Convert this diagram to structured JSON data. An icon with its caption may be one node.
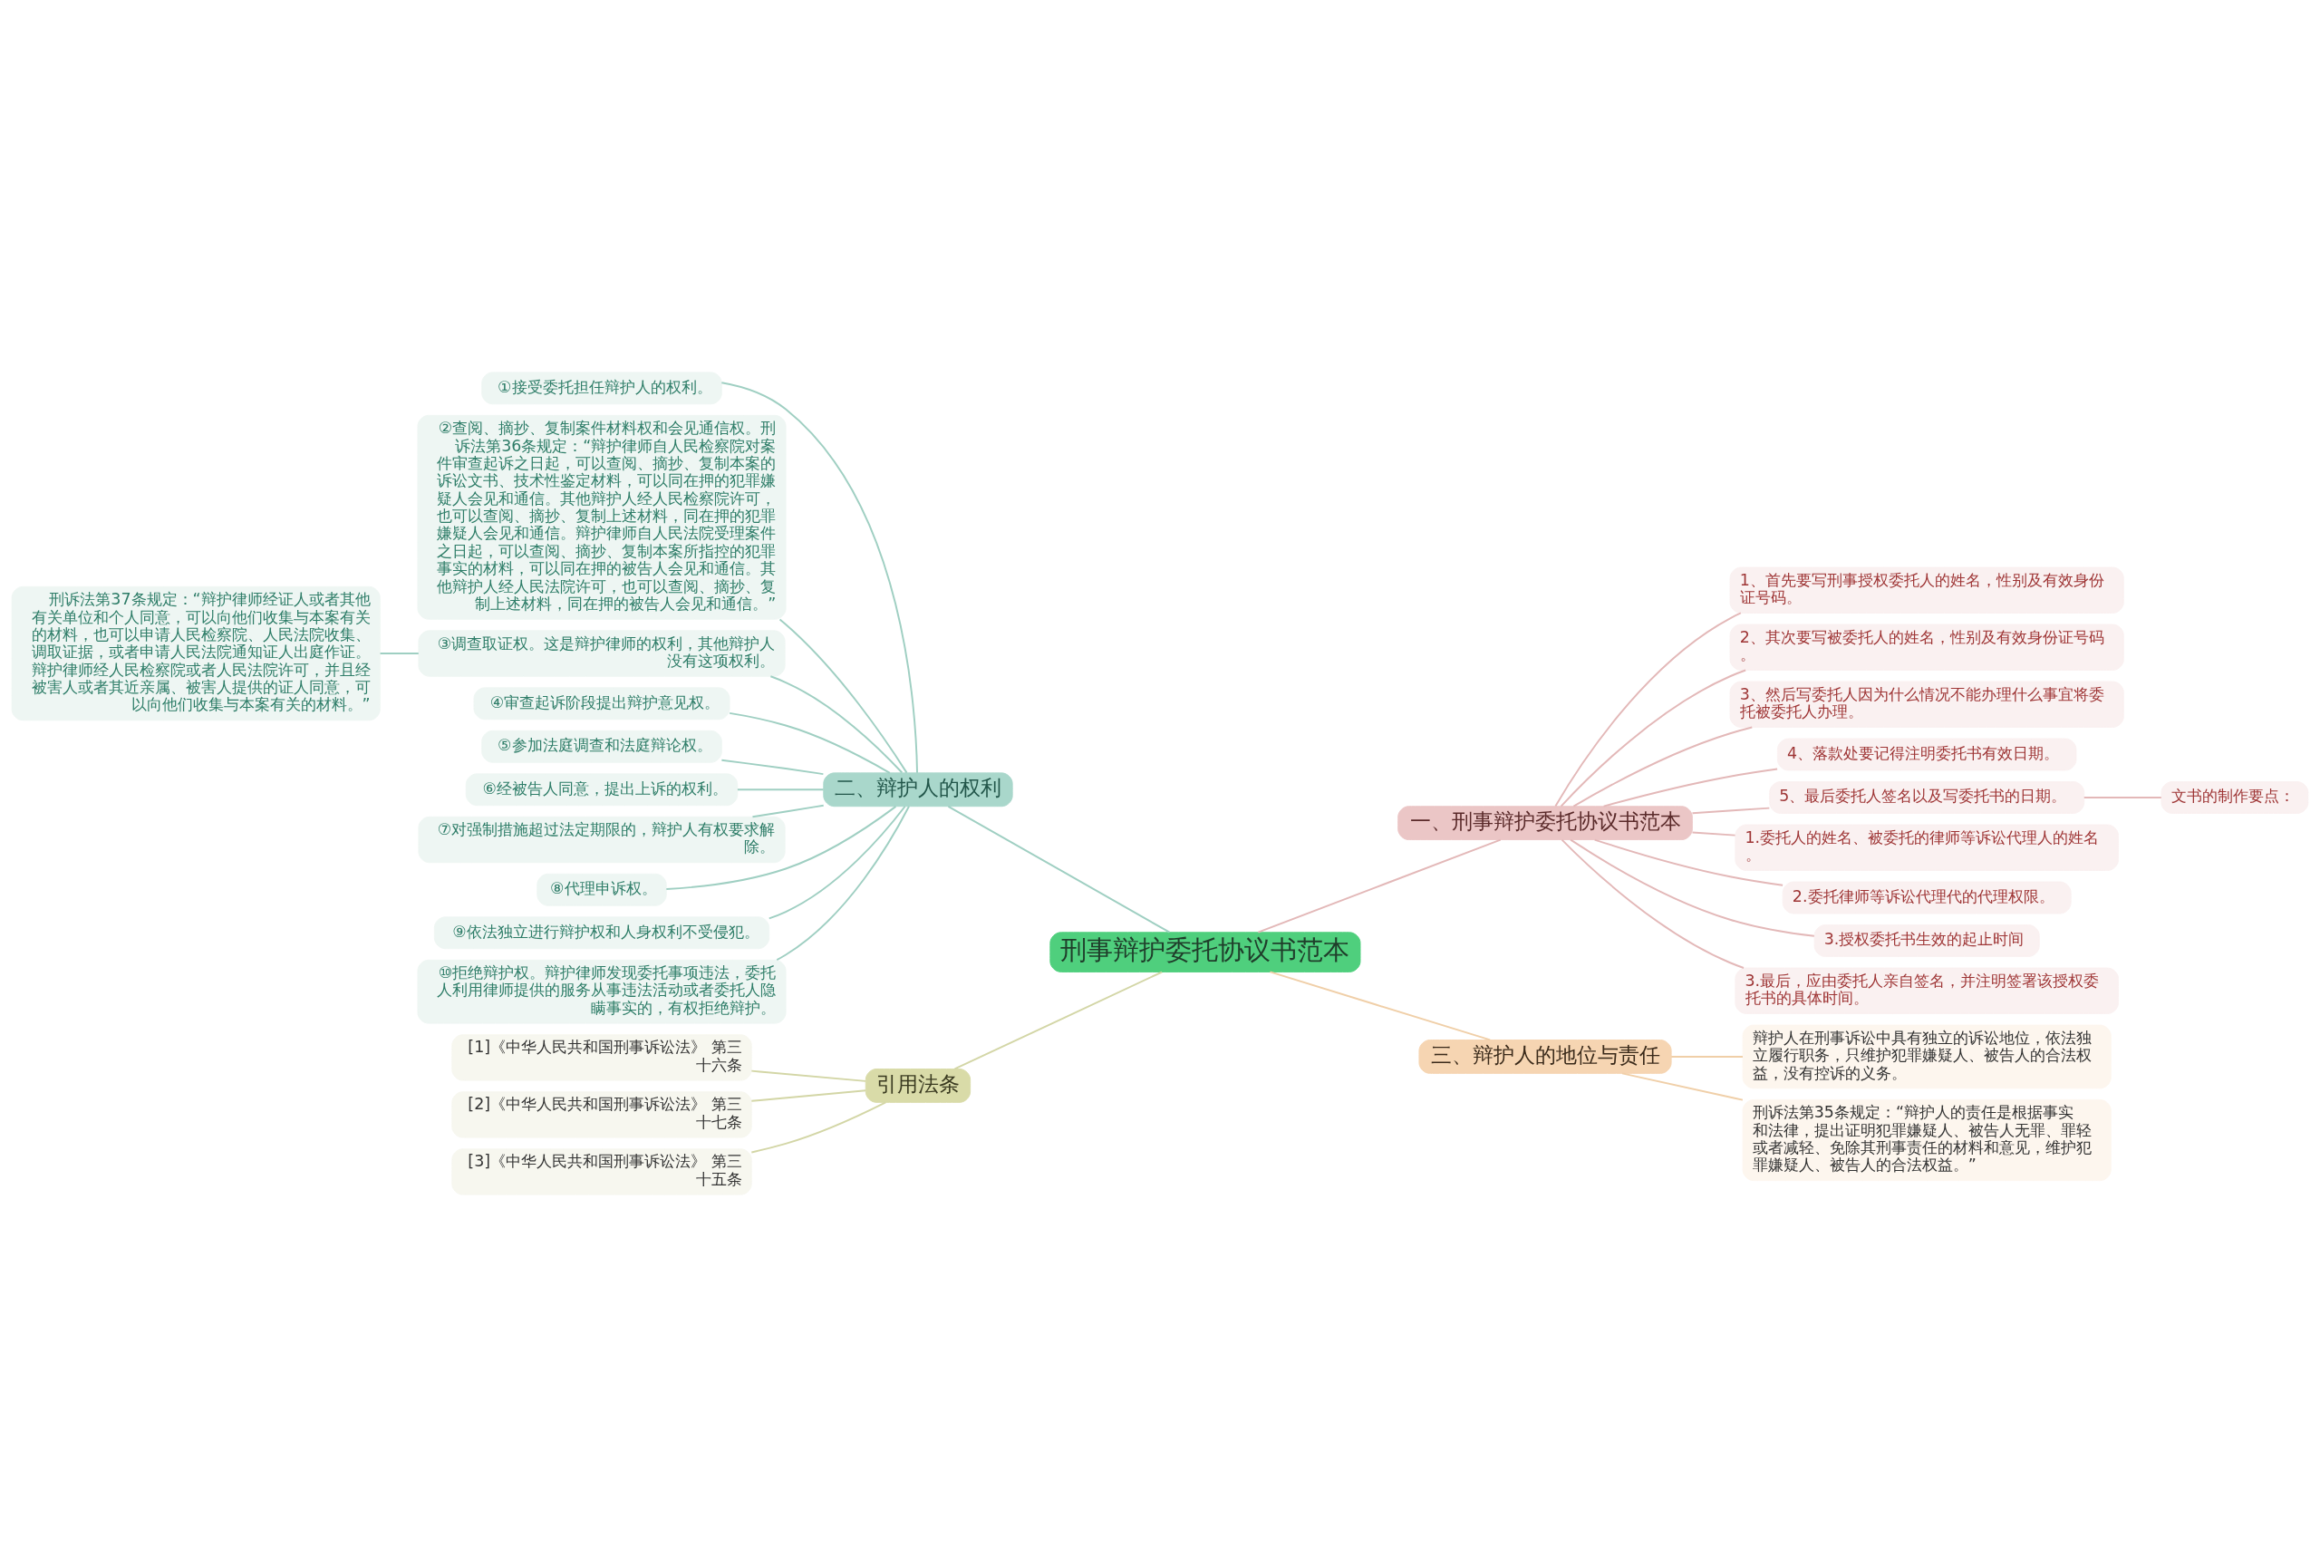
{
  "diagram": {
    "nodes": [
      {
        "text": [
          "刑事辩护委托协议书范本"
        ]
      },
      {
        "text": [
          "二、辩护人的权利"
        ]
      },
      {
        "text": [
          "①接受委托担任辩护人的权利。"
        ]
      },
      {
        "text": [
          "②查阅、摘抄、复制案件材料权和会见通信权。刑诉法第36条规定：“辩护律师自人民检察院对案件审查起诉之日起，可以查阅、摘抄、复制本案的诉讼文书、技术性鉴定材料，可以同在押的犯罪嫌疑人会见和通信。其他辩护人经人民检察院许可，也可以查阅、摘抄、复制上述材料，同在押的犯罪嫌疑人会见和通信。辩护律师自人民法院受理案件之日起，可以查阅、摘抄、复制本案所指控的犯罪事实的材料，可以同在押的被告人会见和通信。其他辩护人经人民法院许可，也可以查阅、摘抄、复制上述材料，同在押的被告人会见和通信。”"
        ]
      },
      {
        "text": [
          "③调查取证权。这是辩护律师的权利，其他辩护人没有这项权利。"
        ]
      },
      {
        "text": [
          "刑诉法第37条规定：“辩护律师经证人或者其他有关单位和个人同意，可以向他们收集与本案有关的材料，也可以申请人民检察院、人民法院收集、调取证据，或者申请人民法院通知证人出庭作证。辩护律师经人民检察院或者人民法院许可，并且经被害人或者其近亲属、被害人提供的证人同意，可以向他们收集与本案有关的材料。”"
        ]
      },
      {
        "text": [
          "④审查起诉阶段提出辩护意见权。"
        ]
      },
      {
        "text": [
          "⑤参加法庭调查和法庭辩论权。"
        ]
      },
      {
        "text": [
          "⑥经被告人同意，提出上诉的权利。"
        ]
      },
      {
        "text": [
          "⑦对强制措施超过法定期限的，辩护人有权要求解除。"
        ]
      },
      {
        "text": [
          "⑧代理申诉权。"
        ]
      },
      {
        "text": [
          "⑨依法独立进行辩护权和人身权利不受侵犯。"
        ]
      },
      {
        "text": [
          "⑩拒绝辩护权。辩护律师发现委托事项违法，委托人利用律师提供的服务从事违法活动或者委托人隐瞒事实的，有权拒绝辩护。"
        ]
      },
      {
        "text": [
          "引用法条"
        ]
      },
      {
        "text": [
          "[1]《中华人民共和国刑事诉讼法》 第三十六条"
        ]
      },
      {
        "text": [
          "[2]《中华人民共和国刑事诉讼法》 第三十七条"
        ]
      },
      {
        "text": [
          "[3]《中华人民共和国刑事诉讼法》 第三十五条"
        ]
      },
      {
        "text": [
          "一、刑事辩护委托协议书范本"
        ]
      },
      {
        "text": [
          "1、首先要写刑事授权委托人的姓名，性别及有效身份证号码。"
        ]
      },
      {
        "text": [
          "2、其次要写被委托人的姓名，性别及有效身份证号码。"
        ]
      },
      {
        "text": [
          "3、然后写委托人因为什么情况不能办理什么事宜将委托被委托人办理。"
        ]
      },
      {
        "text": [
          "4、落款处要记得注明委托书有效日期。"
        ]
      },
      {
        "text": [
          "5、最后委托人签名以及写委托书的日期。"
        ]
      },
      {
        "text": [
          "文书的制作要点："
        ]
      },
      {
        "text": [
          "1.委托人的姓名、被委托的律师等诉讼代理人的姓名。"
        ]
      },
      {
        "text": [
          "2.委托律师等诉讼代理代的代理权限。"
        ]
      },
      {
        "text": [
          "3.授权委托书生效的起止时间"
        ]
      },
      {
        "text": [
          "3.最后，应由委托人亲自签名，并注明签署该授权委托书的具体时间。"
        ]
      },
      {
        "text": [
          "三、辩护人的地位与责任"
        ]
      },
      {
        "text": [
          "辩护人在刑事诉讼中具有独立的诉讼地位，依法独立履行职务，只维护犯罪嫌疑人、被告人的合法权益，没有控诉的义务。"
        ]
      },
      {
        "text": [
          "刑诉法第35条规定：“辩护人的责任是根据事实和法律，提出证明犯罪嫌疑人、被告人无罪、罪轻或者减轻、免除其刑事责任的材料和意见，维护犯罪嫌疑人、被告人的合法权益。”"
        ]
      }
    ],
    "edges": [
      {
        "from": 0,
        "to": 1,
        "arrow": "none"
      },
      {
        "from": 1,
        "to": 2,
        "arrow": "none"
      },
      {
        "from": 1,
        "to": 3,
        "arrow": "none"
      },
      {
        "from": 1,
        "to": 4,
        "arrow": "none"
      },
      {
        "from": 4,
        "to": 5,
        "arrow": "none"
      },
      {
        "from": 1,
        "to": 6,
        "arrow": "none"
      },
      {
        "from": 1,
        "to": 7,
        "arrow": "none"
      },
      {
        "from": 1,
        "to": 8,
        "arrow": "none"
      },
      {
        "from": 1,
        "to": 9,
        "arrow": "none"
      },
      {
        "from": 1,
        "to": 10,
        "arrow": "none"
      },
      {
        "from": 1,
        "to": 11,
        "arrow": "none"
      },
      {
        "from": 1,
        "to": 12,
        "arrow": "none"
      },
      {
        "from": 0,
        "to": 13,
        "arrow": "none",
        "color": "#d3d6a6"
      },
      {
        "from": 13,
        "to": 14,
        "arrow": "none",
        "color": "#d3d6a6"
      },
      {
        "from": 13,
        "to": 15,
        "arrow": "none",
        "color": "#d3d6a6"
      },
      {
        "from": 13,
        "to": 16,
        "arrow": "none",
        "color": "#d3d6a6"
      },
      {
        "from": 0,
        "to": 17,
        "arrow": "none",
        "color": "#e3b8b8"
      },
      {
        "from": 17,
        "to": 18,
        "arrow": "none",
        "color": "#e3b8b8"
      },
      {
        "from": 17,
        "to": 19,
        "arrow": "none",
        "color": "#e3b8b8"
      },
      {
        "from": 17,
        "to": 20,
        "arrow": "none",
        "color": "#e3b8b8"
      },
      {
        "from": 17,
        "to": 21,
        "arrow": "none",
        "color": "#e3b8b8"
      },
      {
        "from": 17,
        "to": 22,
        "arrow": "none",
        "color": "#e3b8b8"
      },
      {
        "from": 22,
        "to": 23,
        "arrow": "none",
        "color": "#e3b8b8"
      },
      {
        "from": 17,
        "to": 24,
        "arrow": "none",
        "color": "#e3b8b8"
      },
      {
        "from": 17,
        "to": 25,
        "arrow": "none",
        "color": "#e3b8b8"
      },
      {
        "from": 17,
        "to": 26,
        "arrow": "none",
        "color": "#e3b8b8"
      },
      {
        "from": 17,
        "to": 27,
        "arrow": "none",
        "color": "#e3b8b8"
      },
      {
        "from": 0,
        "to": 28,
        "arrow": "none",
        "color": "#f0cfa8"
      },
      {
        "from": 28,
        "to": 29,
        "arrow": "none",
        "color": "#f0cfa8"
      },
      {
        "from": 28,
        "to": 30,
        "arrow": "none",
        "color": "#f0cfa8"
      }
    ]
  }
}
